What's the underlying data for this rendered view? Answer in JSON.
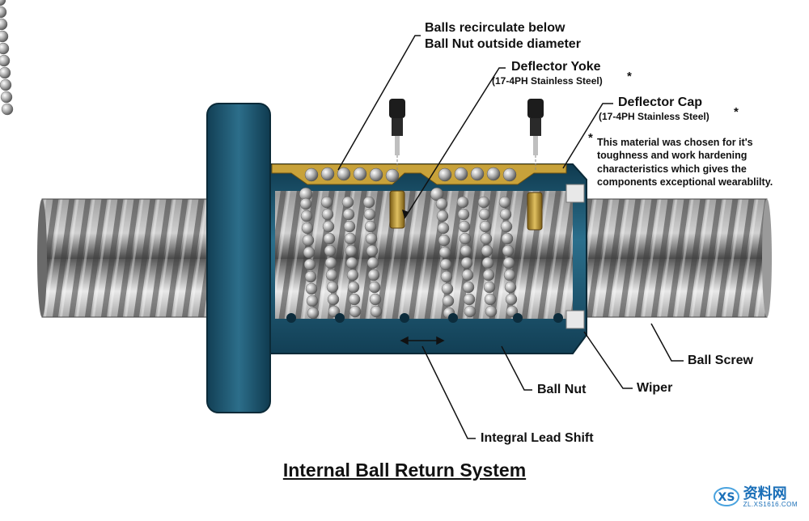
{
  "labels": {
    "balls_recirculate_line1": "Balls recirculate below",
    "balls_recirculate_line2": "Ball Nut outside diameter",
    "deflector_yoke": "Deflector Yoke",
    "deflector_yoke_material": "(17-4PH Stainless Steel)",
    "deflector_cap": "Deflector Cap",
    "deflector_cap_material": "(17-4PH Stainless Steel)",
    "asterisk": "*",
    "note_line1": "This material was chosen for it's",
    "note_line2": "toughness and work hardening",
    "note_line3": "characteristics which gives the",
    "note_line4": "components exceptional wearablilty.",
    "ball_screw": "Ball Screw",
    "wiper": "Wiper",
    "ball_nut": "Ball Nut",
    "integral_lead_shift": "Integral Lead Shift"
  },
  "title": "Internal Ball Return System",
  "watermark": {
    "logo_text": "XS",
    "text": "资料网",
    "url": "ZL.XS1616.COM"
  },
  "colors": {
    "nut_body": "#1f5a73",
    "nut_dark": "#0f3a4f",
    "screw": "#a9a9a9",
    "deflector": "#b8922a",
    "balls": "#c9c9c9",
    "wiper": "#e6e6e6"
  }
}
